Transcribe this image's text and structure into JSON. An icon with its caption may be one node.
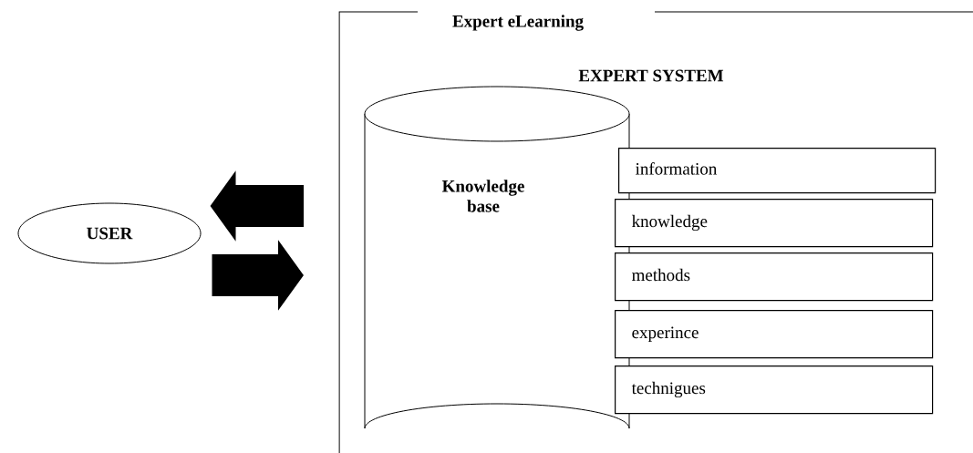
{
  "diagram": {
    "nodes": [
      {
        "text": [
          "Expert eLearning"
        ]
      },
      {
        "text": [
          "USER"
        ]
      },
      {
        "text": [
          "Knowledge base"
        ],
        "in": 0
      },
      {
        "text": [
          "information"
        ],
        "in": 0
      },
      {
        "text": [
          "knowledge"
        ],
        "in": 0
      },
      {
        "text": [
          "methods"
        ],
        "in": 0
      },
      {
        "text": [
          "experince"
        ],
        "in": 0
      },
      {
        "text": [
          "technigues"
        ],
        "in": 0
      }
    ],
    "edges": [
      {
        "from": 0,
        "to": 1,
        "arrow": "to"
      },
      {
        "from": 1,
        "to": 0,
        "arrow": "to"
      }
    ],
    "labels": [
      "EXPERT SYSTEM"
    ]
  }
}
